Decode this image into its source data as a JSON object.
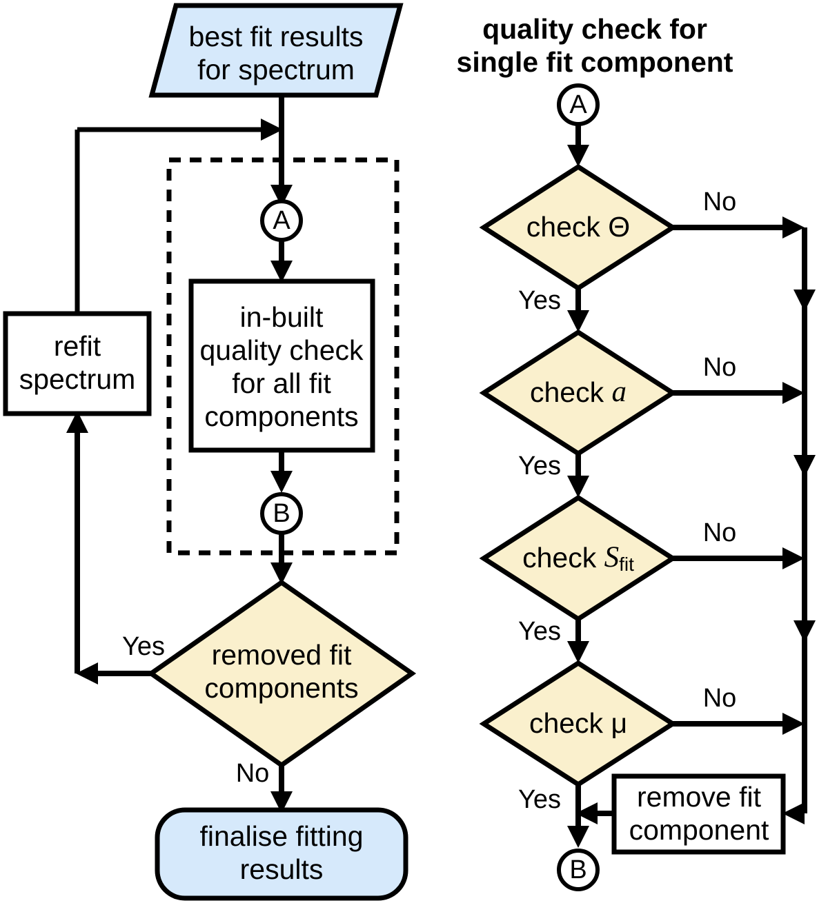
{
  "diagram": {
    "title_left": "",
    "title_right_line1": "quality check for",
    "title_right_line2": "single fit component",
    "colors": {
      "terminal_fill": "#D6E9FB",
      "decision_fill": "#FAF0CD",
      "process_fill": "#FFFFFF",
      "stroke": "#000000"
    }
  },
  "left_column": {
    "input_node": {
      "line1": "best fit results",
      "line2": "for spectrum",
      "shape": "parallelogram"
    },
    "refit_node": {
      "line1": "refit",
      "line2": "spectrum",
      "shape": "rectangle"
    },
    "connector_a": "A",
    "process_node": {
      "line1": "in-built",
      "line2": "quality check",
      "line3": "for all fit",
      "line4": "components",
      "shape": "rectangle"
    },
    "connector_b": "B",
    "decision_node": {
      "line1": "removed fit",
      "line2": "components",
      "shape": "diamond",
      "yes_label": "Yes",
      "no_label": "No"
    },
    "terminal_node": {
      "line1": "finalise fitting",
      "line2": "results",
      "shape": "rounded-rectangle"
    }
  },
  "right_column": {
    "connector_a": "A",
    "connector_b": "B",
    "decisions": [
      {
        "prefix": "check ",
        "symbol": "Θ",
        "symbol_style": "plain",
        "subscript": "",
        "yes_label": "Yes",
        "no_label": "No"
      },
      {
        "prefix": "check ",
        "symbol": "a",
        "symbol_style": "italic",
        "subscript": "",
        "yes_label": "Yes",
        "no_label": "No"
      },
      {
        "prefix": "check ",
        "symbol": "S",
        "symbol_style": "italic",
        "subscript": "fit",
        "yes_label": "Yes",
        "no_label": "No"
      },
      {
        "prefix": "check ",
        "symbol": "μ",
        "symbol_style": "plain",
        "subscript": "",
        "yes_label": "Yes",
        "no_label": "No"
      }
    ],
    "remove_node": {
      "line1": "remove fit",
      "line2": "component",
      "shape": "rectangle"
    }
  }
}
